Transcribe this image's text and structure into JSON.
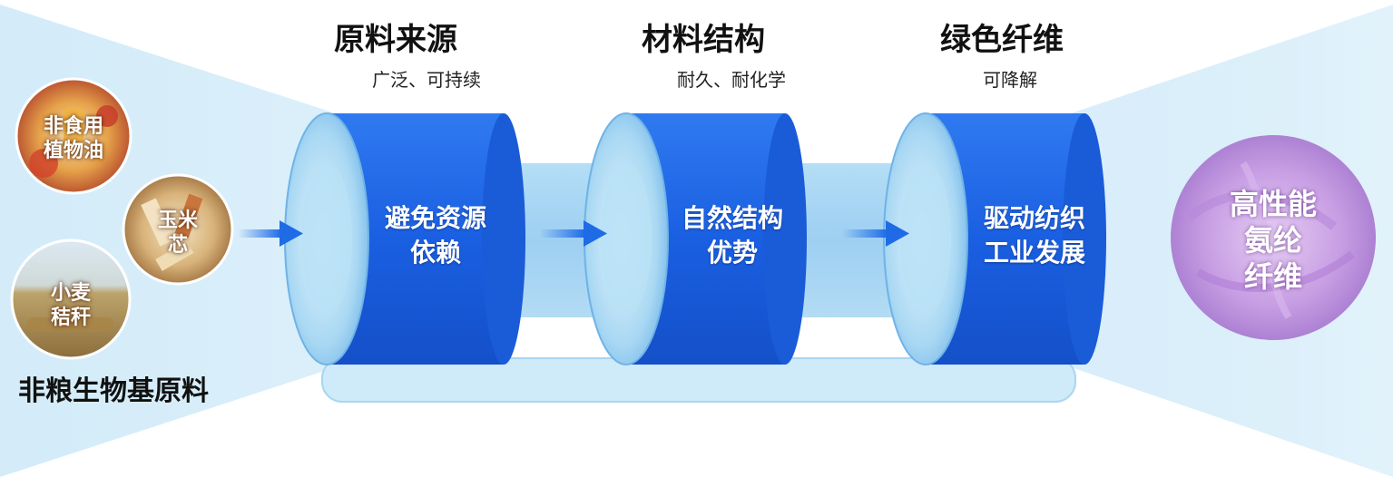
{
  "stages": [
    {
      "title": "原料来源",
      "subtitle": "广泛、可持续",
      "body_line1": "避免资源",
      "body_line2": "依赖"
    },
    {
      "title": "材料结构",
      "subtitle": "耐久、耐化学",
      "body_line1": "自然结构",
      "body_line2": "优势"
    },
    {
      "title": "绿色纤维",
      "subtitle": "可降解",
      "body_line1": "驱动纺织",
      "body_line2": "工业发展"
    }
  ],
  "sources": [
    {
      "line1": "非食用",
      "line2": "植物油"
    },
    {
      "line1": "玉米",
      "line2": "芯"
    },
    {
      "line1": "小麦",
      "line2": "秸秆"
    }
  ],
  "sources_caption": "非粮生物基原料",
  "output": {
    "line1": "高性能",
    "line2": "氨纶",
    "line3": "纤维"
  },
  "colors": {
    "cylinder_blue": "#1b5fe0",
    "cylinder_light": "#9fd2f3",
    "glow": "#bfe4f7",
    "fabric": "#c39be0"
  }
}
